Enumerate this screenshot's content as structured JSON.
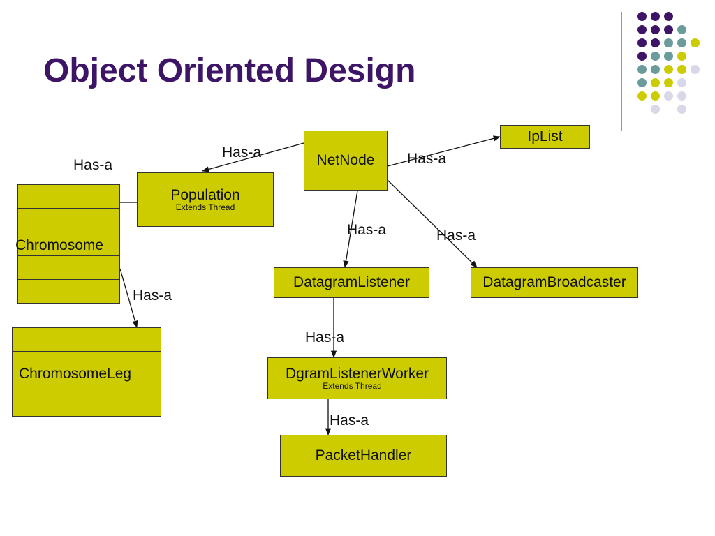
{
  "slide": {
    "title": "Object Oriented Design"
  },
  "diagram": {
    "nodes": {
      "netnode": "NetNode",
      "iplist": "IpList",
      "population": "Population",
      "population_note": "Extends Thread",
      "chromosome": "Chromosome",
      "chromosome_leg": "ChromosomeLeg",
      "datagram_listener": "DatagramListener",
      "datagram_broadcaster": "DatagramBroadcaster",
      "dgram_listener_worker": "DgramListenerWorker",
      "dgram_listener_worker_note": "Extends Thread",
      "packet_handler": "PacketHandler"
    },
    "relation_label": "Has-a",
    "colors": {
      "title": "#3d1466",
      "box_fill": "#cccc00",
      "box_border": "#333333",
      "dot_purple": "#3d1466",
      "dot_teal": "#6b9b9b",
      "dot_yellow": "#cccc00",
      "dot_lavender": "#d8d8e8"
    }
  }
}
